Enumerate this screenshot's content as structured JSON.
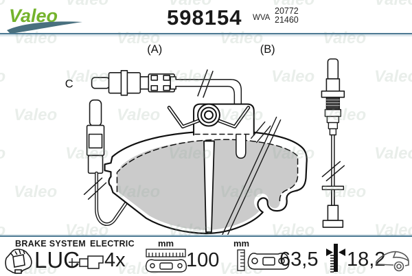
{
  "header": {
    "brand": "Valeo",
    "part_number": "598154",
    "wva_label": "WVA",
    "wva_number_1": "20772",
    "wva_number_2": "21460"
  },
  "drawing": {
    "label_a": "(A)",
    "label_b": "(B)",
    "label_c": "C"
  },
  "legend": {
    "brake_system_label": "BRAKE SYSTEM",
    "brake_system_value": "LUC",
    "electric_label": "ELECTRIC",
    "electric_value": "4x",
    "width_unit": "mm",
    "width_value": "100",
    "height_unit": "mm",
    "height_value": "63,5",
    "thickness_value": "18,2"
  },
  "icons": {
    "caliper": "brake-caliper-icon",
    "electric_sensor": "wear-sensor-plug-icon",
    "width_ruler": "horizontal-ruler-icon",
    "height_ruler": "vertical-ruler-icon",
    "pad_front": "brake-pad-outline-icon",
    "thickness_gauge": "thickness-gauge-icon",
    "car": "car-silhouette-icon"
  },
  "theme": {
    "brand_green": "#74b32c",
    "swoosh_blue": "#49707f",
    "divider_blue": "#4d7a93",
    "pad_gray": "#cbcbcb",
    "line_color": "#1a1a1a",
    "watermark_color": "#94ac9c"
  },
  "watermark": {
    "text": "Valeo"
  }
}
